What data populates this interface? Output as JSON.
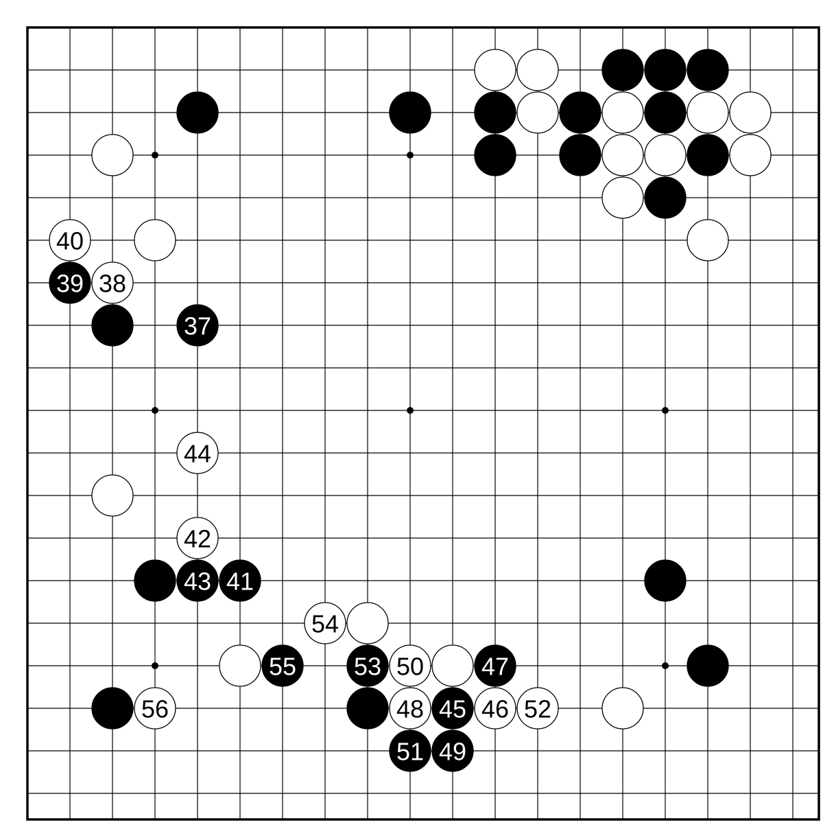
{
  "board": {
    "size": 19,
    "colors": {
      "line": "#000000",
      "black_stone": "#000000",
      "white_stone": "#ffffff",
      "black_label": "#ffffff",
      "white_label": "#000000"
    },
    "hoshi": [
      [
        3,
        3
      ],
      [
        9,
        3
      ],
      [
        15,
        3
      ],
      [
        3,
        9
      ],
      [
        9,
        9
      ],
      [
        15,
        9
      ],
      [
        3,
        15
      ],
      [
        9,
        15
      ],
      [
        15,
        15
      ]
    ],
    "stones": [
      {
        "color": "white",
        "col": 11,
        "row": 1,
        "label": ""
      },
      {
        "color": "white",
        "col": 12,
        "row": 1,
        "label": ""
      },
      {
        "color": "black",
        "col": 14,
        "row": 1,
        "label": ""
      },
      {
        "color": "black",
        "col": 15,
        "row": 1,
        "label": ""
      },
      {
        "color": "black",
        "col": 16,
        "row": 1,
        "label": ""
      },
      {
        "color": "black",
        "col": 4,
        "row": 2,
        "label": ""
      },
      {
        "color": "black",
        "col": 9,
        "row": 2,
        "label": ""
      },
      {
        "color": "black",
        "col": 11,
        "row": 2,
        "label": ""
      },
      {
        "color": "white",
        "col": 12,
        "row": 2,
        "label": ""
      },
      {
        "color": "black",
        "col": 13,
        "row": 2,
        "label": ""
      },
      {
        "color": "white",
        "col": 14,
        "row": 2,
        "label": ""
      },
      {
        "color": "black",
        "col": 15,
        "row": 2,
        "label": ""
      },
      {
        "color": "white",
        "col": 16,
        "row": 2,
        "label": ""
      },
      {
        "color": "white",
        "col": 17,
        "row": 2,
        "label": ""
      },
      {
        "color": "white",
        "col": 2,
        "row": 3,
        "label": ""
      },
      {
        "color": "black",
        "col": 11,
        "row": 3,
        "label": ""
      },
      {
        "color": "black",
        "col": 13,
        "row": 3,
        "label": ""
      },
      {
        "color": "white",
        "col": 14,
        "row": 3,
        "label": ""
      },
      {
        "color": "white",
        "col": 15,
        "row": 3,
        "label": ""
      },
      {
        "color": "black",
        "col": 16,
        "row": 3,
        "label": ""
      },
      {
        "color": "white",
        "col": 17,
        "row": 3,
        "label": ""
      },
      {
        "color": "white",
        "col": 14,
        "row": 4,
        "label": ""
      },
      {
        "color": "black",
        "col": 15,
        "row": 4,
        "label": ""
      },
      {
        "color": "white",
        "col": 1,
        "row": 5,
        "label": "40"
      },
      {
        "color": "white",
        "col": 3,
        "row": 5,
        "label": ""
      },
      {
        "color": "white",
        "col": 16,
        "row": 5,
        "label": ""
      },
      {
        "color": "black",
        "col": 1,
        "row": 6,
        "label": "39"
      },
      {
        "color": "white",
        "col": 2,
        "row": 6,
        "label": "38"
      },
      {
        "color": "black",
        "col": 2,
        "row": 7,
        "label": ""
      },
      {
        "color": "black",
        "col": 4,
        "row": 7,
        "label": "37"
      },
      {
        "color": "white",
        "col": 4,
        "row": 10,
        "label": "44"
      },
      {
        "color": "white",
        "col": 2,
        "row": 11,
        "label": ""
      },
      {
        "color": "white",
        "col": 4,
        "row": 12,
        "label": "42"
      },
      {
        "color": "black",
        "col": 3,
        "row": 13,
        "label": ""
      },
      {
        "color": "black",
        "col": 4,
        "row": 13,
        "label": "43"
      },
      {
        "color": "black",
        "col": 5,
        "row": 13,
        "label": "41"
      },
      {
        "color": "black",
        "col": 15,
        "row": 13,
        "label": ""
      },
      {
        "color": "white",
        "col": 7,
        "row": 14,
        "label": "54"
      },
      {
        "color": "white",
        "col": 8,
        "row": 14,
        "label": ""
      },
      {
        "color": "white",
        "col": 5,
        "row": 15,
        "label": ""
      },
      {
        "color": "black",
        "col": 6,
        "row": 15,
        "label": "55"
      },
      {
        "color": "black",
        "col": 8,
        "row": 15,
        "label": "53"
      },
      {
        "color": "white",
        "col": 9,
        "row": 15,
        "label": "50"
      },
      {
        "color": "white",
        "col": 10,
        "row": 15,
        "label": ""
      },
      {
        "color": "black",
        "col": 11,
        "row": 15,
        "label": "47"
      },
      {
        "color": "black",
        "col": 16,
        "row": 15,
        "label": ""
      },
      {
        "color": "black",
        "col": 2,
        "row": 16,
        "label": ""
      },
      {
        "color": "white",
        "col": 3,
        "row": 16,
        "label": "56"
      },
      {
        "color": "black",
        "col": 8,
        "row": 16,
        "label": ""
      },
      {
        "color": "white",
        "col": 9,
        "row": 16,
        "label": "48"
      },
      {
        "color": "black",
        "col": 10,
        "row": 16,
        "label": "45"
      },
      {
        "color": "white",
        "col": 11,
        "row": 16,
        "label": "46"
      },
      {
        "color": "white",
        "col": 12,
        "row": 16,
        "label": "52"
      },
      {
        "color": "white",
        "col": 14,
        "row": 16,
        "label": ""
      },
      {
        "color": "black",
        "col": 9,
        "row": 17,
        "label": "51"
      },
      {
        "color": "black",
        "col": 10,
        "row": 17,
        "label": "49"
      }
    ]
  }
}
